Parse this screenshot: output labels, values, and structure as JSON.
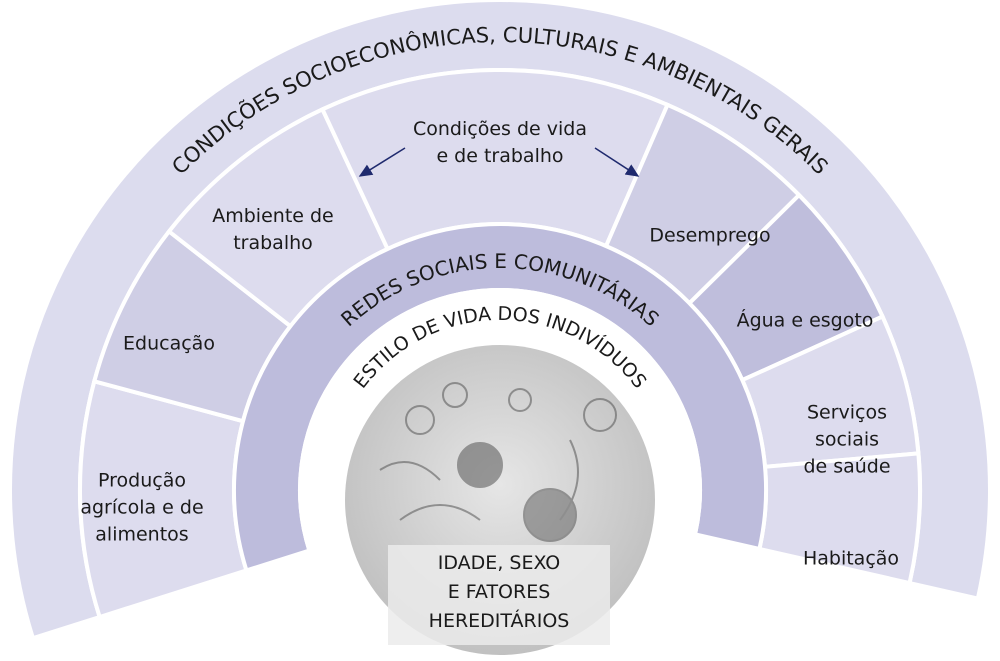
{
  "title": "CONDIÇÕES SOCIOECONÔMICAS, CULTURAIS E AMBIENTAIS GERAIS",
  "ring_social": "REDES SOCIAIS E COMUNITÁRIAS",
  "ring_lifestyle": "ESTILO DE VIDA DOS INDIVÍDUOS",
  "core": [
    "IDADE, SEXO",
    "E FATORES",
    "HEREDITÁRIOS"
  ],
  "sectors": [
    {
      "lines": [
        "Produção",
        "agrícola e de",
        "alimentos"
      ],
      "color": "#dddcee"
    },
    {
      "lines": [
        "Educação"
      ],
      "color": "#cfcee5"
    },
    {
      "lines": [
        "Ambiente de",
        "trabalho"
      ],
      "color": "#dddcee"
    },
    {
      "lines": [
        "Condições de vida",
        "e de trabalho"
      ],
      "color": "#dddcee"
    },
    {
      "lines": [
        "Desemprego"
      ],
      "color": "#cfcee5"
    },
    {
      "lines": [
        "Água e esgoto"
      ],
      "color": "#bfbedc"
    },
    {
      "lines": [
        "Serviços",
        "sociais",
        "de saúde"
      ],
      "color": "#dddcee"
    },
    {
      "lines": [
        "Habitação"
      ],
      "color": "#dddcee"
    }
  ],
  "colors": {
    "outer": "#dcdcee",
    "social": "#bdbcdc",
    "arrow": "#1f2a6e",
    "photo": "#d4d4d4"
  }
}
